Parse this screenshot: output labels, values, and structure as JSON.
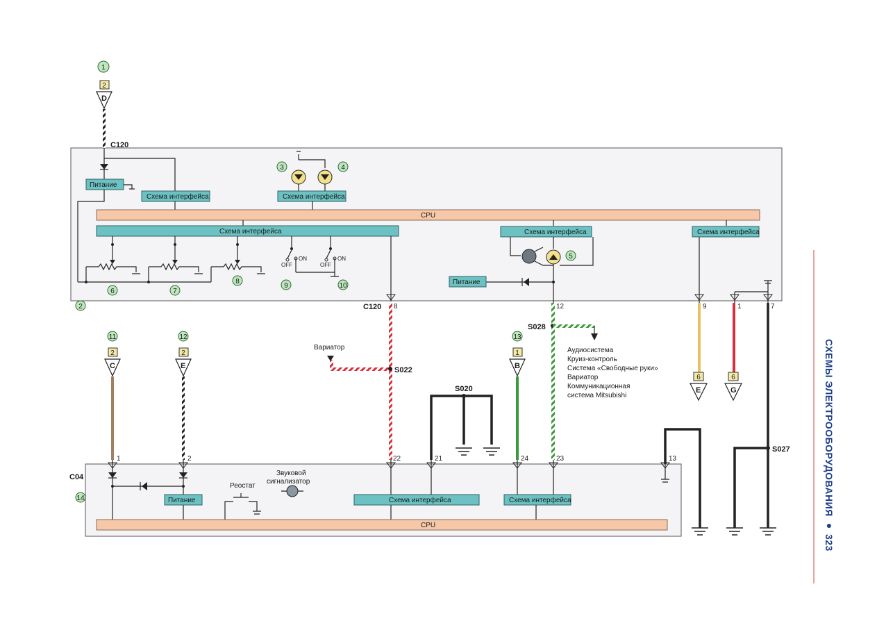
{
  "connectors": {
    "c120_top": "C120",
    "c120_bottom": "C120",
    "c04": "C04",
    "s022": "S022",
    "s020": "S020",
    "s028": "S028",
    "s027": "S027"
  },
  "blocks": {
    "pitanie_1": "Питание",
    "interface_1": "Схема интерфейса",
    "interface_2": "Схема интерфейса",
    "cpu_top": "CPU",
    "interface_3": "Схема интерфейса",
    "interface_4": "Схема интерфейса",
    "interface_5": "Схема интерфейса",
    "pitanie_2": "Питание",
    "pitanie_3": "Питание",
    "interface_6": "Схема интерфейса",
    "interface_7": "Схема интерфейса",
    "cpu_bottom": "CPU"
  },
  "callouts": [
    "1",
    "2",
    "3",
    "4",
    "5",
    "6",
    "7",
    "8",
    "9",
    "10",
    "11",
    "12",
    "13",
    "14"
  ],
  "pins": {
    "p8": "8",
    "p12": "12",
    "p9": "9",
    "p1": "1",
    "p7": "7",
    "b1": "1",
    "b2": "2",
    "b22": "22",
    "b21": "21",
    "b24": "24",
    "b23": "23",
    "b13": "13"
  },
  "refs": {
    "top_d_num": "2",
    "top_d_letter": "D",
    "c_num": "2",
    "c_letter": "C",
    "e_num": "2",
    "e_letter": "E",
    "b_num": "1",
    "b_letter": "B",
    "e2_num": "6",
    "e2_letter": "E",
    "g_num": "6",
    "g_letter": "G"
  },
  "switch": {
    "off1": "OFF",
    "on1": "ON",
    "off2": "OFF",
    "on2": "ON"
  },
  "labels": {
    "variator": "Вариатор",
    "reostat": "Реостат",
    "buzzer_1": "Звуковой",
    "buzzer_2": "сигнализатор",
    "s028_list": [
      "Аудиосистема",
      "Круиз-контроль",
      "Система «Свободные руки»",
      "Вариатор",
      "Коммуникационная",
      "система Mitsubishi"
    ]
  },
  "sidebar": {
    "title": "СХЕМЫ ЭЛЕКТРООБОРУДОВАНИЯ ● 323"
  },
  "colors": {
    "teal": "#6cc2c2",
    "cpu": "#f6c8a8",
    "red": "#d6303a",
    "green": "#3a9a3a",
    "yellow": "#e8c060",
    "brown": "#a08060",
    "accent": "#1d3e8a"
  }
}
